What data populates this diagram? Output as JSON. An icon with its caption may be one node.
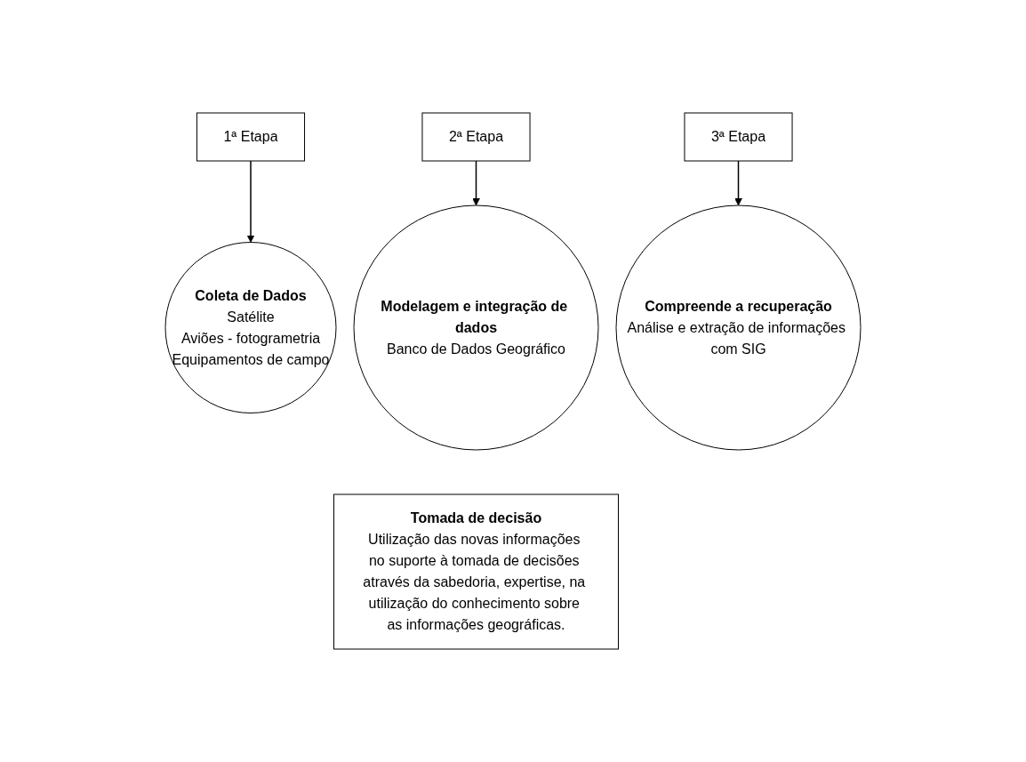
{
  "diagram": {
    "nodes": [
      {
        "text": [
          "1ª Etapa"
        ]
      },
      {
        "text": [
          "2ª Etapa"
        ]
      },
      {
        "text": [
          "3ª Etapa"
        ]
      },
      {
        "text": [
          "Coleta de Dados",
          "Satélite",
          "Aviões - fotogrametria",
          "Equipamentos de campo"
        ]
      },
      {
        "text": [
          "Modelagem e integração de dados",
          "Banco de Dados Geográfico"
        ]
      },
      {
        "text": [
          "Compreende a recuperação",
          "Análise e extração de informações com SIG"
        ]
      },
      {
        "text": [
          "Tomada de decisão",
          "Utilização das novas informações no suporte à tomada de decisões através da sabedoria, expertise, na utilização do conhecimento sobre as informações geográficas."
        ]
      }
    ],
    "edges": [
      {
        "from": 0,
        "to": 3,
        "arrow": "to"
      },
      {
        "from": 1,
        "to": 4,
        "arrow": "to"
      },
      {
        "from": 2,
        "to": 5,
        "arrow": "to"
      }
    ]
  }
}
